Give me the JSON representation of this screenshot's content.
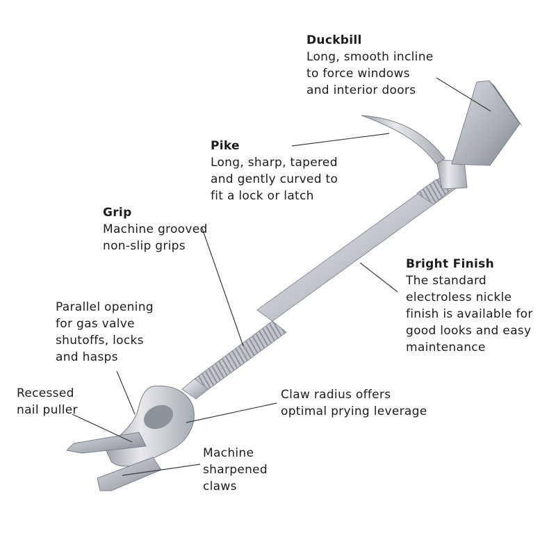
{
  "colors": {
    "text": "#1c1c1c",
    "leader": "#3a3a3a",
    "metal_light": "#e6e8ec",
    "metal_mid": "#b9bdc4",
    "metal_dark": "#7c828b"
  },
  "callouts": {
    "duckbill": {
      "title": "Duckbill",
      "lines": [
        "Long, smooth incline",
        "to force windows",
        "and interior doors"
      ]
    },
    "pike": {
      "title": "Pike",
      "lines": [
        "Long, sharp, tapered",
        "and gently curved to",
        "fit a lock or latch"
      ]
    },
    "grip": {
      "title": "Grip",
      "lines": [
        "Machine grooved",
        "non-slip grips"
      ]
    },
    "finish": {
      "title": "Bright Finish",
      "lines": [
        "The standard",
        "electroless nickle",
        "finish is available for",
        "good looks and easy",
        "maintenance"
      ]
    },
    "parallel": {
      "lines": [
        "Parallel opening",
        "for gas valve",
        "shutoffs, locks",
        "and hasps"
      ]
    },
    "nail": {
      "lines": [
        "Recessed",
        "nail puller"
      ]
    },
    "claw": {
      "lines": [
        "Claw radius offers",
        "optimal prying leverage"
      ]
    },
    "sharpened": {
      "lines": [
        "Machine",
        "sharpened",
        "claws"
      ]
    }
  }
}
